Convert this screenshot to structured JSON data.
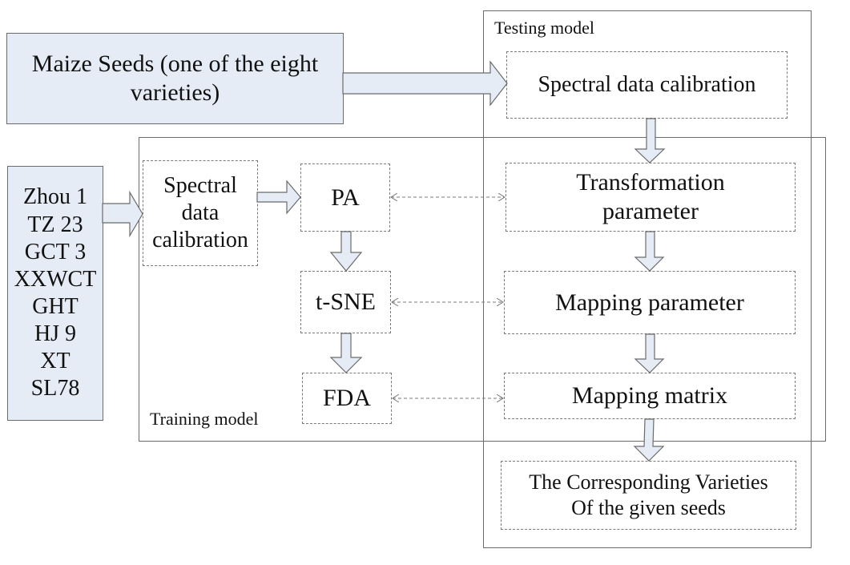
{
  "diagram": {
    "maize_seeds": {
      "label": "Maize Seeds (one of the eight varieties)"
    },
    "varieties": [
      "Zhou 1",
      "TZ 23",
      "GCT 3",
      "XXWCT",
      "GHT",
      "HJ 9",
      "XT",
      "SL78"
    ],
    "testing_model": {
      "title": "Testing model",
      "spectral_calibration": "Spectral data calibration",
      "transformation_parameter": [
        "Transformation",
        "parameter"
      ],
      "mapping_parameter": "Mapping parameter",
      "mapping_matrix": "Mapping matrix",
      "result": [
        "The Corresponding Varieties",
        "Of the given seeds"
      ]
    },
    "training_model": {
      "title": "Training model",
      "spectral_calibration": [
        "Spectral",
        "data",
        "calibration"
      ],
      "pa": "PA",
      "tsne": "t-SNE",
      "fda": "FDA"
    },
    "colors": {
      "fill": "#e6ecf6",
      "stroke": "#6b6b6b",
      "dash": "#7a7a7a"
    }
  }
}
